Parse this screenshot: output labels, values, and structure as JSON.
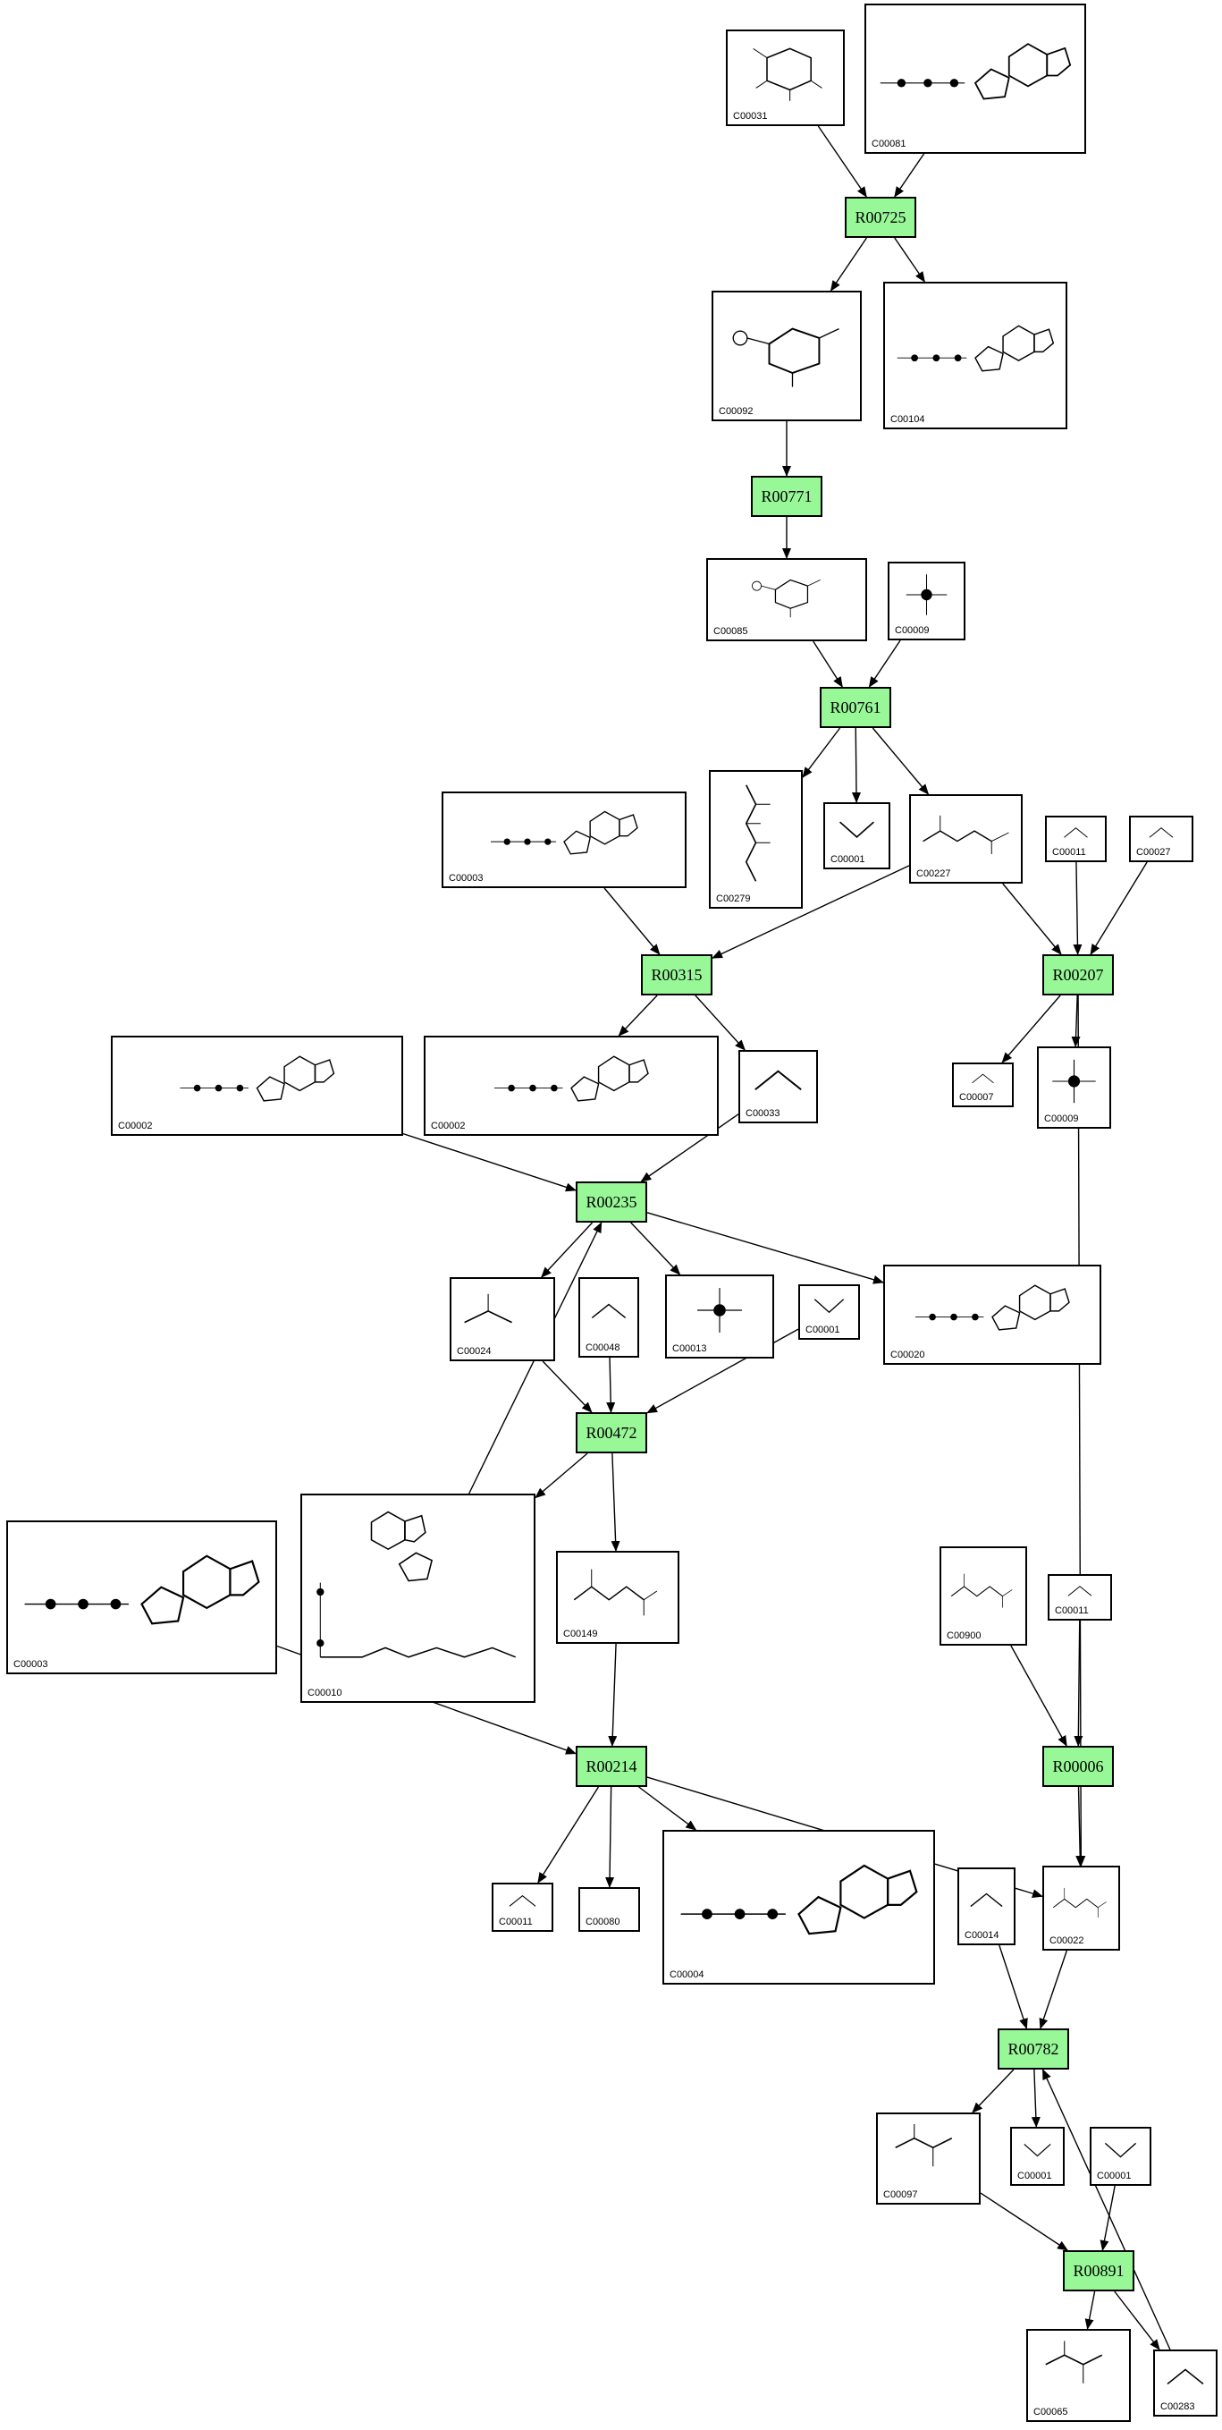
{
  "pathway": {
    "reactions": [
      {
        "id": "r00725",
        "label": "R00725"
      },
      {
        "id": "r00771",
        "label": "R00771"
      },
      {
        "id": "r00761",
        "label": "R00761"
      },
      {
        "id": "r00315",
        "label": "R00315"
      },
      {
        "id": "r00207",
        "label": "R00207"
      },
      {
        "id": "r00235",
        "label": "R00235"
      },
      {
        "id": "r00472",
        "label": "R00472"
      },
      {
        "id": "r00214",
        "label": "R00214"
      },
      {
        "id": "r00006",
        "label": "R00006"
      },
      {
        "id": "r00782",
        "label": "R00782"
      },
      {
        "id": "r00891",
        "label": "R00891"
      }
    ],
    "compounds": [
      {
        "id": "c31",
        "label": "C00031",
        "structure": "sugar"
      },
      {
        "id": "c81",
        "label": "C00081",
        "structure": "nucleotide"
      },
      {
        "id": "c92",
        "label": "C00092",
        "structure": "sugar-phosphate"
      },
      {
        "id": "c104",
        "label": "C00104",
        "structure": "nucleotide"
      },
      {
        "id": "c85",
        "label": "C00085",
        "structure": "sugar-phosphate"
      },
      {
        "id": "c09a",
        "label": "C00009",
        "structure": "phosphate"
      },
      {
        "id": "c279",
        "label": "C00279",
        "structure": "chain"
      },
      {
        "id": "c01a",
        "label": "C00001",
        "structure": "water"
      },
      {
        "id": "c227",
        "label": "C00227",
        "structure": "acyl-phosphate"
      },
      {
        "id": "c11a",
        "label": "C00011",
        "structure": "small"
      },
      {
        "id": "c27",
        "label": "C00027",
        "structure": "small"
      },
      {
        "id": "c03a",
        "label": "C00003",
        "structure": "nucleotide"
      },
      {
        "id": "c02a",
        "label": "C00002",
        "structure": "nucleotide"
      },
      {
        "id": "c02b",
        "label": "C00002",
        "structure": "nucleotide"
      },
      {
        "id": "c33",
        "label": "C00033",
        "structure": "small"
      },
      {
        "id": "c07",
        "label": "C00007",
        "structure": "small"
      },
      {
        "id": "c09b",
        "label": "C00009",
        "structure": "phosphate"
      },
      {
        "id": "c24",
        "label": "C00024",
        "structure": "acyl"
      },
      {
        "id": "c48",
        "label": "C00048",
        "structure": "small"
      },
      {
        "id": "c13",
        "label": "C00013",
        "structure": "phosphate"
      },
      {
        "id": "c01b",
        "label": "C00001",
        "structure": "water"
      },
      {
        "id": "c20",
        "label": "C00020",
        "structure": "nucleotide"
      },
      {
        "id": "c03b",
        "label": "C00003",
        "structure": "nucleotide"
      },
      {
        "id": "c10",
        "label": "C00010",
        "structure": "coenzyme"
      },
      {
        "id": "c149",
        "label": "C00149",
        "structure": "acid"
      },
      {
        "id": "c900",
        "label": "C00900",
        "structure": "acid"
      },
      {
        "id": "c11b",
        "label": "C00011",
        "structure": "small"
      },
      {
        "id": "c11c",
        "label": "C00011",
        "structure": "small"
      },
      {
        "id": "c80",
        "label": "C00080",
        "structure": "ion"
      },
      {
        "id": "c04",
        "label": "C00004",
        "structure": "nucleotide"
      },
      {
        "id": "c14",
        "label": "C00014",
        "structure": "small"
      },
      {
        "id": "c22",
        "label": "C00022",
        "structure": "acid"
      },
      {
        "id": "c97",
        "label": "C00097",
        "structure": "amino-acid"
      },
      {
        "id": "c01c",
        "label": "C00001",
        "structure": "water"
      },
      {
        "id": "c01d",
        "label": "C00001",
        "structure": "water"
      },
      {
        "id": "c65",
        "label": "C00065",
        "structure": "amino-acid"
      },
      {
        "id": "c283",
        "label": "C00283",
        "structure": "small"
      }
    ],
    "edges": [
      [
        "c31",
        "r00725"
      ],
      [
        "c81",
        "r00725"
      ],
      [
        "r00725",
        "c92"
      ],
      [
        "r00725",
        "c104"
      ],
      [
        "c92",
        "r00771"
      ],
      [
        "r00771",
        "c85"
      ],
      [
        "c85",
        "r00761"
      ],
      [
        "c09a",
        "r00761"
      ],
      [
        "r00761",
        "c279"
      ],
      [
        "r00761",
        "c01a"
      ],
      [
        "r00761",
        "c227"
      ],
      [
        "c227",
        "r00315"
      ],
      [
        "c03a",
        "r00315"
      ],
      [
        "r00315",
        "c02b"
      ],
      [
        "r00315",
        "c33"
      ],
      [
        "c227",
        "r00207"
      ],
      [
        "c11a",
        "r00207"
      ],
      [
        "c27",
        "r00207"
      ],
      [
        "r00207",
        "c07"
      ],
      [
        "r00207",
        "c09b"
      ],
      [
        "r00207",
        "c22"
      ],
      [
        "c02a",
        "r00235"
      ],
      [
        "c33",
        "r00235"
      ],
      [
        "r00235",
        "c24"
      ],
      [
        "r00235",
        "c13"
      ],
      [
        "r00235",
        "c20"
      ],
      [
        "c24",
        "r00472"
      ],
      [
        "c48",
        "r00472"
      ],
      [
        "c01b",
        "r00472"
      ],
      [
        "r00472",
        "c10"
      ],
      [
        "r00472",
        "c149"
      ],
      [
        "c10",
        "r00235"
      ],
      [
        "c03b",
        "r00214"
      ],
      [
        "c149",
        "r00214"
      ],
      [
        "r00214",
        "c11c"
      ],
      [
        "r00214",
        "c80"
      ],
      [
        "r00214",
        "c04"
      ],
      [
        "r00214",
        "c22"
      ],
      [
        "c900",
        "r00006"
      ],
      [
        "c11b",
        "r00006"
      ],
      [
        "r00006",
        "c22"
      ],
      [
        "c14",
        "r00782"
      ],
      [
        "c22",
        "r00782"
      ],
      [
        "r00782",
        "c97"
      ],
      [
        "r00782",
        "c01c"
      ],
      [
        "c97",
        "r00891"
      ],
      [
        "c01d",
        "r00891"
      ],
      [
        "r00891",
        "c65"
      ],
      [
        "r00891",
        "c283"
      ],
      [
        "c283",
        "r00782"
      ]
    ]
  }
}
